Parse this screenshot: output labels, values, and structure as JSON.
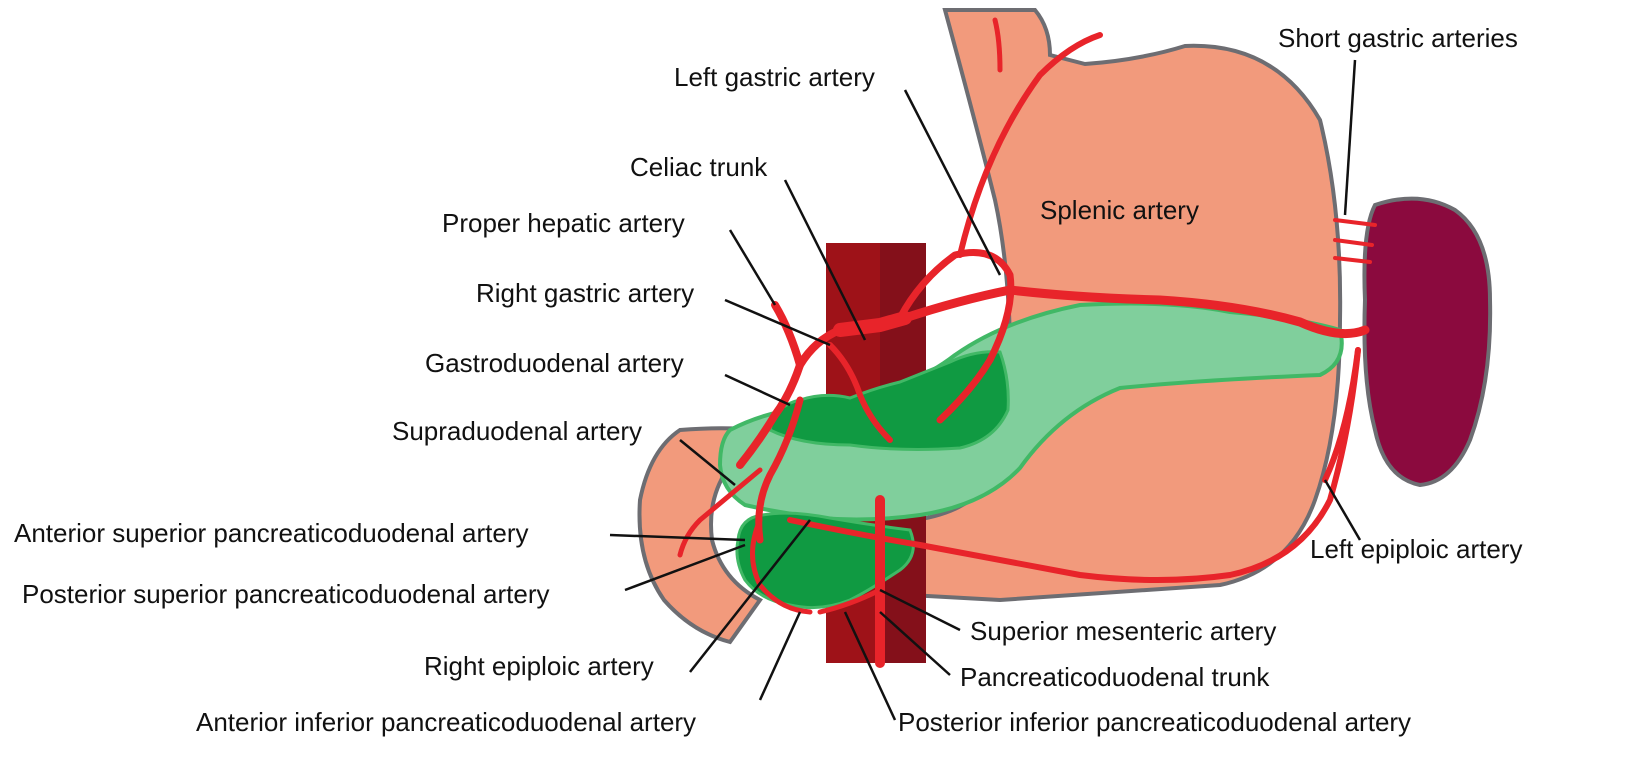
{
  "labels": {
    "left_gastric": "Left gastric artery",
    "short_gastric": "Short gastric arteries",
    "celiac": "Celiac trunk",
    "splenic": "Splenic artery",
    "proper_hepatic": "Proper hepatic artery",
    "right_gastric": "Right gastric artery",
    "gastroduodenal": "Gastroduodenal artery",
    "supraduodenal": "Supraduodenal artery",
    "ant_sup_pd": "Anterior superior pancreaticoduodenal artery",
    "post_sup_pd": "Posterior superior pancreaticoduodenal artery",
    "left_epiploic": "Left epiploic artery",
    "sup_mesenteric": "Superior mesenteric artery",
    "right_epiploic": "Right epiploic artery",
    "pd_trunk": "Pancreaticoduodenal trunk",
    "ant_inf_pd": "Anterior inferior pancreaticoduodenal artery",
    "post_inf_pd": "Posterior inferior pancreaticoduodenal artery"
  },
  "colors": {
    "stomach": "#f29a7c",
    "outline": "#6d6d72",
    "spleen": "#8b0a3e",
    "pancreas": "#80cf9c",
    "pancreas_outline": "#41b866",
    "pancreas_head": "#109a42",
    "aorta": "#9e1218",
    "artery": "#e8242a"
  }
}
